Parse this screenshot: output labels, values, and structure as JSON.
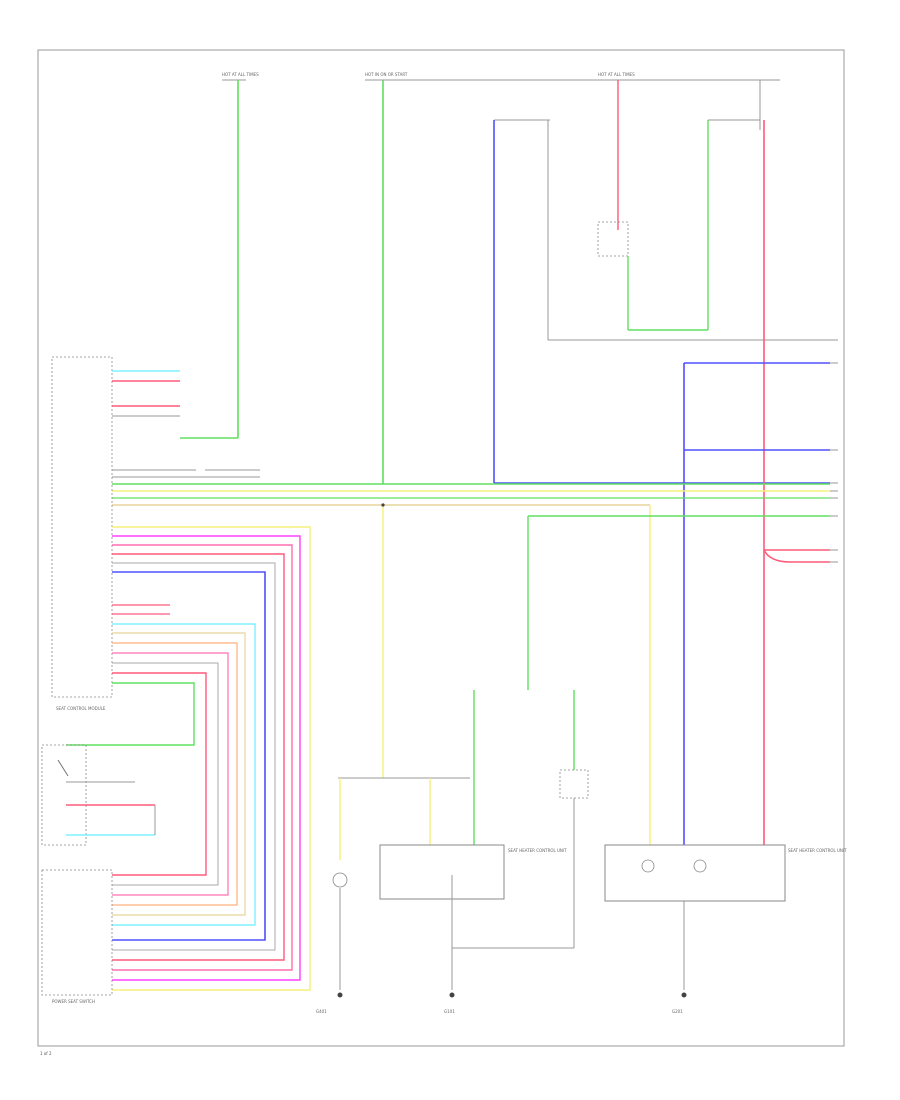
{
  "diagram": {
    "footer_code": "1 of 2",
    "fuse_labels": [
      "HOT AT ALL TIMES",
      "HOT IN ON OR START",
      "HOT AT ALL TIMES"
    ],
    "ground_labels": [
      "G401",
      "G101",
      "G201"
    ],
    "modules": {
      "left_module": "SEAT CONTROL MODULE",
      "lower_left_module": "POWER SEAT SWITCH",
      "center_module": "SEAT HEATER CONTROL UNIT",
      "right_module": "SEAT HEATER CONTROL UNIT"
    },
    "colors": {
      "green": "#5fe05f",
      "blue": "#5050ff",
      "red": "#ff5a7a",
      "yellow": "#f5f07a",
      "magenta": "#ff40ff",
      "pink": "#ff6fb0",
      "cyan": "#7ff0ff",
      "tan": "#e8d49a",
      "orange": "#ffb07a",
      "gray": "#aaaaaa"
    },
    "icons": [
      "switch-icon",
      "motor-icon",
      "ground-icon",
      "splice-icon"
    ]
  }
}
